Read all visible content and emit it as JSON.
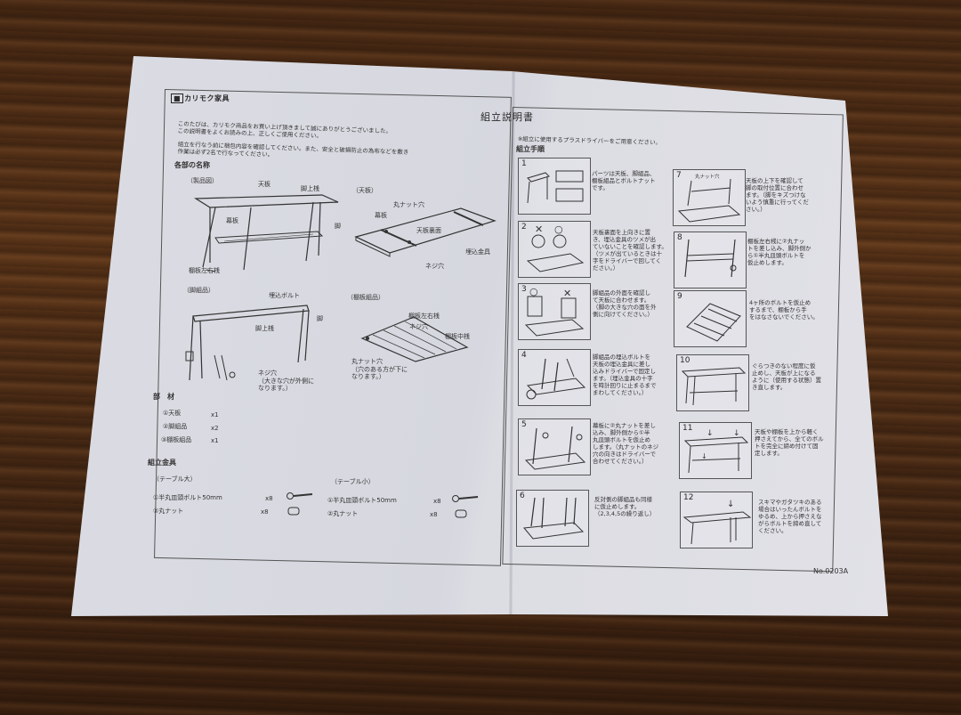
{
  "header": {
    "logo_text": "カリモク家具",
    "title": "組立説明書",
    "intro": "このたびは、カリモク商品をお買い上げ頂きまして誠にありがとうございました。\nこの説明書をよくお読みの上、正しくご使用ください。",
    "caution": "組立を行なう前に梱包内容を確認してください。また、安全と破損防止の為布などを敷き\n作業は必ず2名で行なってください。"
  },
  "parts": {
    "heading": "各部の名称",
    "product_view": "（製品図）",
    "tabletop_view": "（天板）",
    "leg_view": "（脚組品）",
    "shelf_view": "（棚板組品）",
    "labels": {
      "tenban": "天板",
      "ashiuwasan": "脚上桟",
      "makuita": "幕板",
      "ashi": "脚",
      "tanaita_sayusan": "棚板左右桟",
      "maru_nut_ana": "丸ナット穴",
      "tenban_urame": "天板裏面",
      "umekomi_kanagu": "埋込金具",
      "nejiana": "ネジ穴",
      "umekomi_bolt": "埋込ボルト",
      "ashi2": "脚",
      "ashiuwasan2": "脚上桟",
      "nejiana_note": "ネジ穴\n（大きな穴が外側に\nなります。）",
      "tana_sayusan": "棚板左右桟",
      "nejiana2": "ネジ穴",
      "tana_nakasan": "棚板中桟",
      "maru_nut_note": "丸ナット穴\n（穴のある方が下に\nなります。）"
    }
  },
  "components": {
    "heading": "部　材",
    "items": [
      {
        "name": "①天板",
        "qty": "x1"
      },
      {
        "name": "②脚組品",
        "qty": "x2"
      },
      {
        "name": "③棚板組品",
        "qty": "x1"
      }
    ]
  },
  "hardware": {
    "heading": "組立金具",
    "large": {
      "label": "（テーブル大）",
      "items": [
        {
          "name": "①半丸皿頭ボルト50mm",
          "qty": "x8"
        },
        {
          "name": "②丸ナット",
          "qty": "x8"
        }
      ]
    },
    "small": {
      "label": "（テーブル小）",
      "items": [
        {
          "name": "①半丸皿頭ボルト50mm",
          "qty": "x8"
        },
        {
          "name": "②丸ナット",
          "qty": "x8"
        }
      ]
    }
  },
  "procedure": {
    "note": "※組立に使用するプラスドライバーをご用意ください。",
    "heading": "組立手順",
    "steps": [
      {
        "n": "1",
        "text": "パーツは天板、脚組品、\n棚板組品とボルトナット\nです。"
      },
      {
        "n": "2",
        "text": "天板裏面を上向きに置\nき、埋込金具のツメが出\nていないことを確認します。\n（ツメが出ているときは十\n字をドライバーで回してく\nださい。）"
      },
      {
        "n": "3",
        "text": "脚組品の外面を確認し\nて天板に合わせます。\n（脚の大きな穴の面を外\n側に向けてください。）"
      },
      {
        "n": "4",
        "text": "脚組品の埋込ボルトを\n天板の埋込金具に差し\n込みドライバーで固定し\nます。（埋込金具の十字\nを時計回りに止まるまで\nまわしてください。）"
      },
      {
        "n": "5",
        "text": "幕板に②丸ナットを差し\n込み、脚外側から①半\n丸皿頭ボルトを仮止め\nします。（丸ナットのネジ\n穴の向きはドライバーで\n合わせてください。）"
      },
      {
        "n": "6",
        "text": "反対側の脚組品も同様\nに仮止めします。\n（2,3,4,5の繰り返し）"
      },
      {
        "n": "7",
        "text": "天板の上下を確認して\n脚の取付位置に合わせ\nます。（脚をキズつけな\nいよう慎重に行ってくだ\nさい。）"
      },
      {
        "n": "8",
        "text": "棚板左右桟に②丸ナッ\nトを差し込み、脚外側か\nら①半丸皿頭ボルトを\n仮止めします。"
      },
      {
        "n": "9",
        "text": "4ヶ所のボルトを仮止め\nするまで、棚板から手\nをはなさないでください。"
      },
      {
        "n": "10",
        "text": "ぐらつきのない程度に仮\n止めし、天板が上になる\nように（使用する状態）置\nき直します。"
      },
      {
        "n": "11",
        "text": "天板や棚板を上から軽く\n押さえてから、全てのボル\nトを完全に締め付けて固\n定します。"
      },
      {
        "n": "12",
        "text": "スキマやガタツキのある\n場合はいったんボルトを\nゆるめ、上から押さえな\nがらボルトを締め直して\nください。"
      }
    ],
    "step7_tag": "丸ナット穴"
  },
  "footer": {
    "doc_no": "No.0203A"
  }
}
